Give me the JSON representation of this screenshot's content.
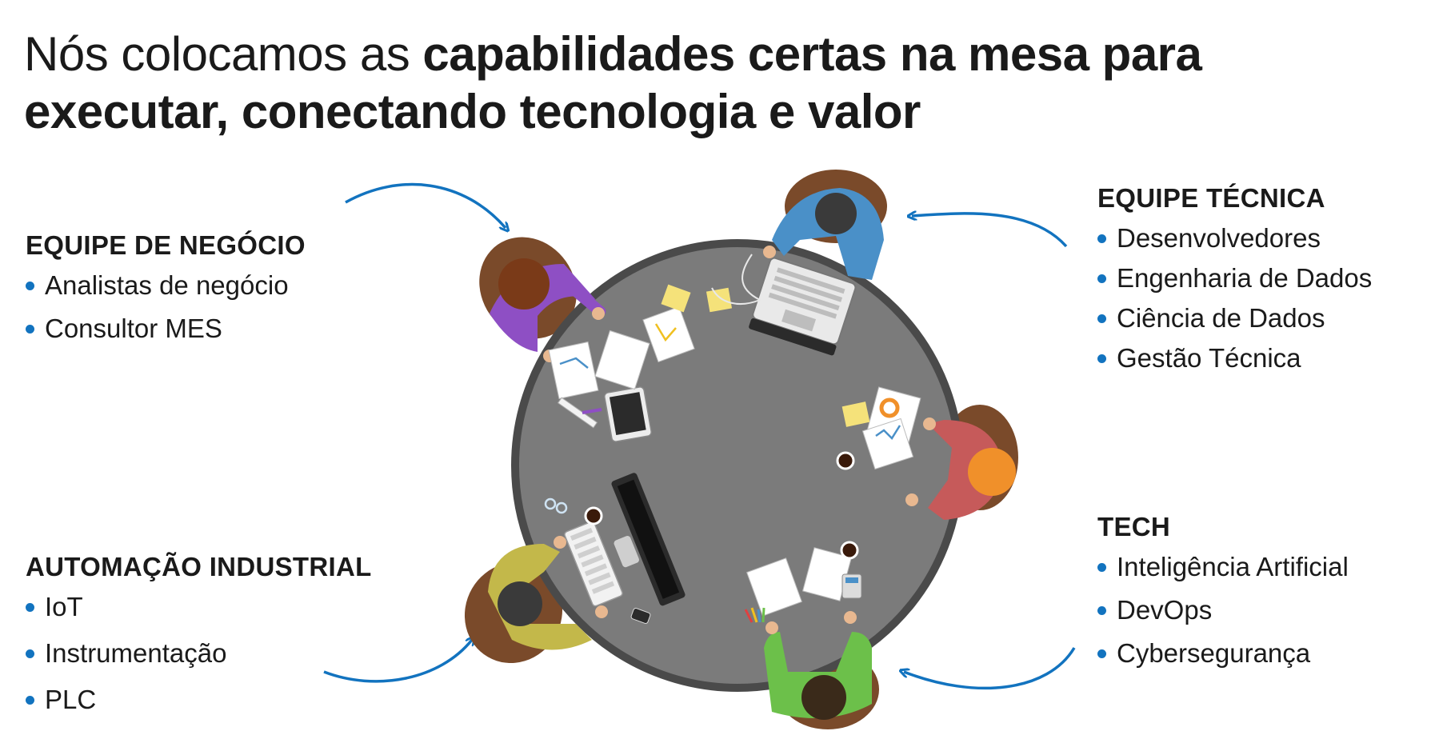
{
  "title": {
    "regular": "Nós colocamos as ",
    "bold": "capabilidades certas na mesa para executar, conectando tecnologia e valor"
  },
  "groups": {
    "negocio": {
      "heading": "EQUIPE DE NEGÓCIO",
      "items": [
        "Analistas de negócio",
        "Consultor MES"
      ]
    },
    "tecnica": {
      "heading": "EQUIPE TÉCNICA",
      "items": [
        "Desenvolvedores",
        "Engenharia de Dados",
        "Ciência de Dados",
        "Gestão Técnica"
      ]
    },
    "tech": {
      "heading": "TECH",
      "items": [
        "Inteligência Artificial",
        "DevOps",
        "Cybersegurança"
      ]
    },
    "automacao": {
      "heading": "AUTOMAÇÃO INDUSTRIAL",
      "items": [
        "IoT",
        "Instrumentação",
        "PLC"
      ]
    }
  },
  "colors": {
    "accent_blue": "#1273bf",
    "table": "#7b7b7b",
    "table_rim": "#4a4a4a",
    "person_purple": "#8e4fc4",
    "person_blue": "#4a90c8",
    "person_red": "#c65a5a",
    "person_yellow": "#c3b84a",
    "person_green": "#6cc04a"
  },
  "icons": [
    "curved-arrow-icon",
    "laptop-icon",
    "tablet-icon",
    "monitor-icon",
    "keyboard-icon",
    "coffee-cup-icon",
    "document-chart-icon",
    "calculator-icon",
    "sticky-note-icon",
    "glasses-icon",
    "phone-icon"
  ]
}
